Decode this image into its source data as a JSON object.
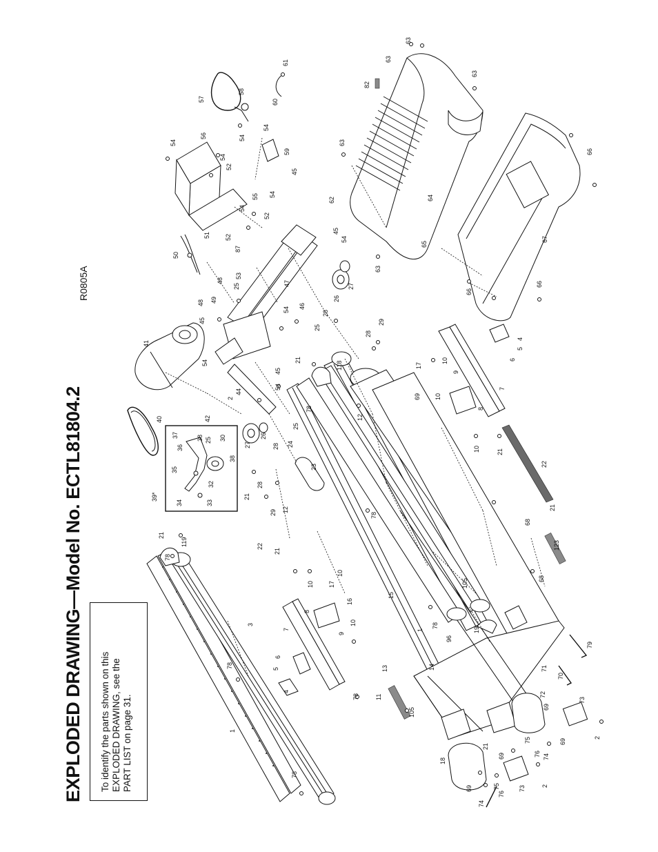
{
  "document": {
    "title": "EXPLODED DRAWING—Model No. ECTL81804.2",
    "drawing_code": "R0805A",
    "note_lines": [
      "To identify the parts shown on this",
      "EXPLODED DRAWING, see the",
      "PART LIST on page 31."
    ],
    "inset_label": "39*"
  },
  "part_numbers": [
    "1",
    "2",
    "3",
    "4",
    "5",
    "6",
    "7",
    "8",
    "9",
    "10",
    "11",
    "12",
    "13",
    "14",
    "15",
    "16",
    "17",
    "18",
    "19",
    "21",
    "22",
    "23",
    "24",
    "25",
    "26",
    "27",
    "28",
    "29",
    "30",
    "32",
    "33",
    "34",
    "35",
    "36",
    "37",
    "38",
    "40",
    "41",
    "42",
    "44",
    "45",
    "46",
    "47",
    "48",
    "49",
    "50",
    "51",
    "52",
    "53",
    "54",
    "55",
    "56",
    "57",
    "58",
    "59",
    "60",
    "61",
    "62",
    "63",
    "64",
    "65",
    "66",
    "67",
    "68",
    "69",
    "70",
    "71",
    "72",
    "73",
    "74",
    "75",
    "76",
    "78",
    "79",
    "82",
    "87",
    "96",
    "105",
    "118",
    "119",
    "123"
  ]
}
